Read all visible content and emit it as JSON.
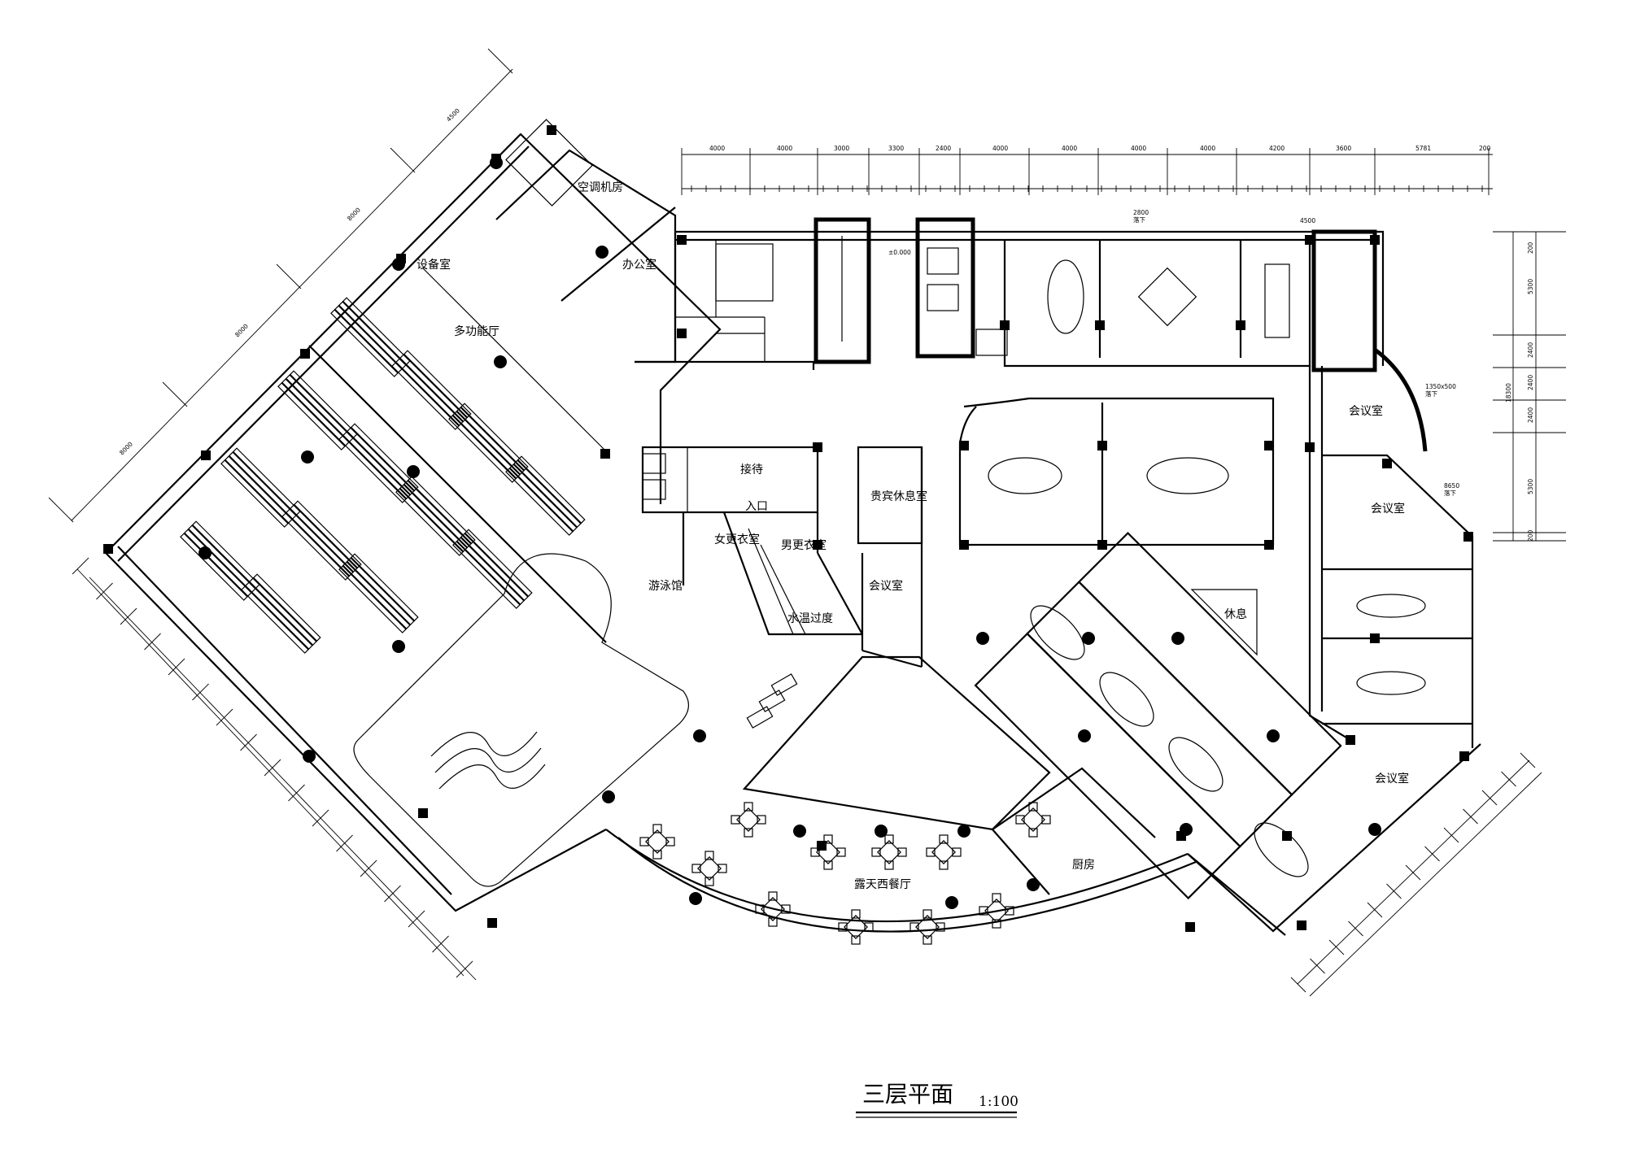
{
  "drawing": {
    "title": "三层平面",
    "scale": "1:100",
    "elevation": "±0.000"
  },
  "rooms": {
    "ac_room": "空调机房",
    "equipment": "设备室",
    "office": "办公室",
    "multipurpose": "多功能厅",
    "reception": "接待",
    "entrance": "入口",
    "women_locker": "女更衣室",
    "men_locker": "男更衣室",
    "pool": "游泳馆",
    "vip_lounge": "贵宾休息室",
    "meeting_mid": "会议室",
    "water_transition": "水温过度",
    "rest": "休息",
    "kitchen": "厨房",
    "terrace": "露天西餐厅",
    "meeting_r1": "会议室",
    "meeting_r2": "会议室",
    "meeting_r3": "会议室"
  },
  "top_dims": [
    "4000",
    "4000",
    "3000",
    "3300",
    "2400",
    "4000",
    "4000",
    "4000",
    "4000",
    "4200",
    "3600",
    "5781",
    "200"
  ],
  "right_dims": [
    "200",
    "5300",
    "2400",
    "2400",
    "2400",
    "5300",
    "200"
  ],
  "right_dim_total": "18300",
  "small_notes": [
    "2800",
    "落下",
    "1350x500",
    "落下",
    "8650",
    "落下",
    "4500"
  ],
  "left_dims": [
    "4500",
    "8000",
    "8000",
    "8000"
  ]
}
